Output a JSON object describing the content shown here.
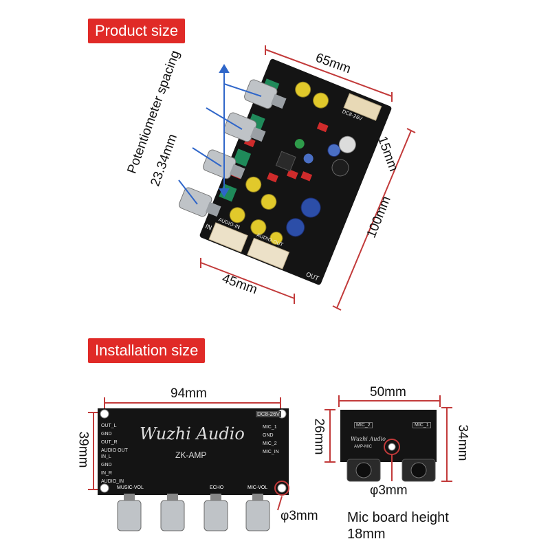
{
  "sections": {
    "product_label": "Product size",
    "installation_label": "Installation size"
  },
  "product": {
    "width_top": "65mm",
    "width_bottom": "45mm",
    "length": "100mm",
    "side_gap": "15mm",
    "pot_spacing_label": "Potentiometer spacing",
    "pot_spacing_value": "23.34mm",
    "silk_in": "IN",
    "silk_out": "OUT",
    "silk_audio_in": "AUDIO-IN",
    "silk_audio_out": "AUDIO-OUT",
    "silk_power": "DC8-26V"
  },
  "main_board": {
    "width": "94mm",
    "height": "39mm",
    "hole": "φ3mm",
    "brand": "Wuzhi Audio",
    "model": "ZK-AMP",
    "power": "DC8-26V",
    "left_pins": [
      "OUT_L",
      "GND",
      "OUT_R"
    ],
    "audio_out": "AUDIO OUT",
    "input_pins": [
      "IN_L",
      "GND",
      "IN_R"
    ],
    "audio_in": "AUDIO_IN",
    "mic_pins": [
      "MIC_1",
      "GND",
      "MIC_2"
    ],
    "mic_in": "MIC_IN",
    "knob_labels": [
      "MUSIC-VOL",
      "",
      "ECHO",
      "MIC-VOL"
    ]
  },
  "mic_board": {
    "width": "50mm",
    "height_inner": "26mm",
    "height_outer": "34mm",
    "hole": "φ3mm",
    "mic2": "MIC_2",
    "mic1": "MIC_1",
    "brand": "Wuzhi Audio",
    "model": "AMP-MIC",
    "board_height_note": "Mic board height 18mm"
  },
  "colors": {
    "accent_red": "#e02a27",
    "dimension_line": "#c23a3a",
    "pcb": "#141414",
    "blue_arrow": "#2f66c9"
  }
}
